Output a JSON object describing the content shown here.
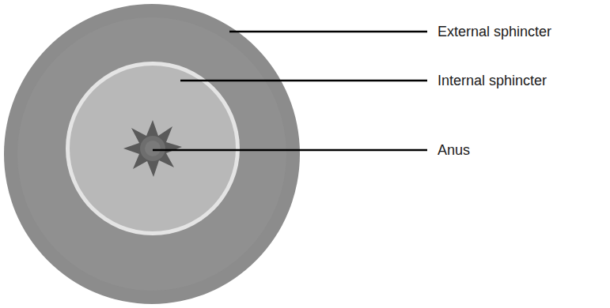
{
  "diagram": {
    "labels": [
      "External sphincter",
      "Internal sphincter",
      "Anus"
    ]
  }
}
